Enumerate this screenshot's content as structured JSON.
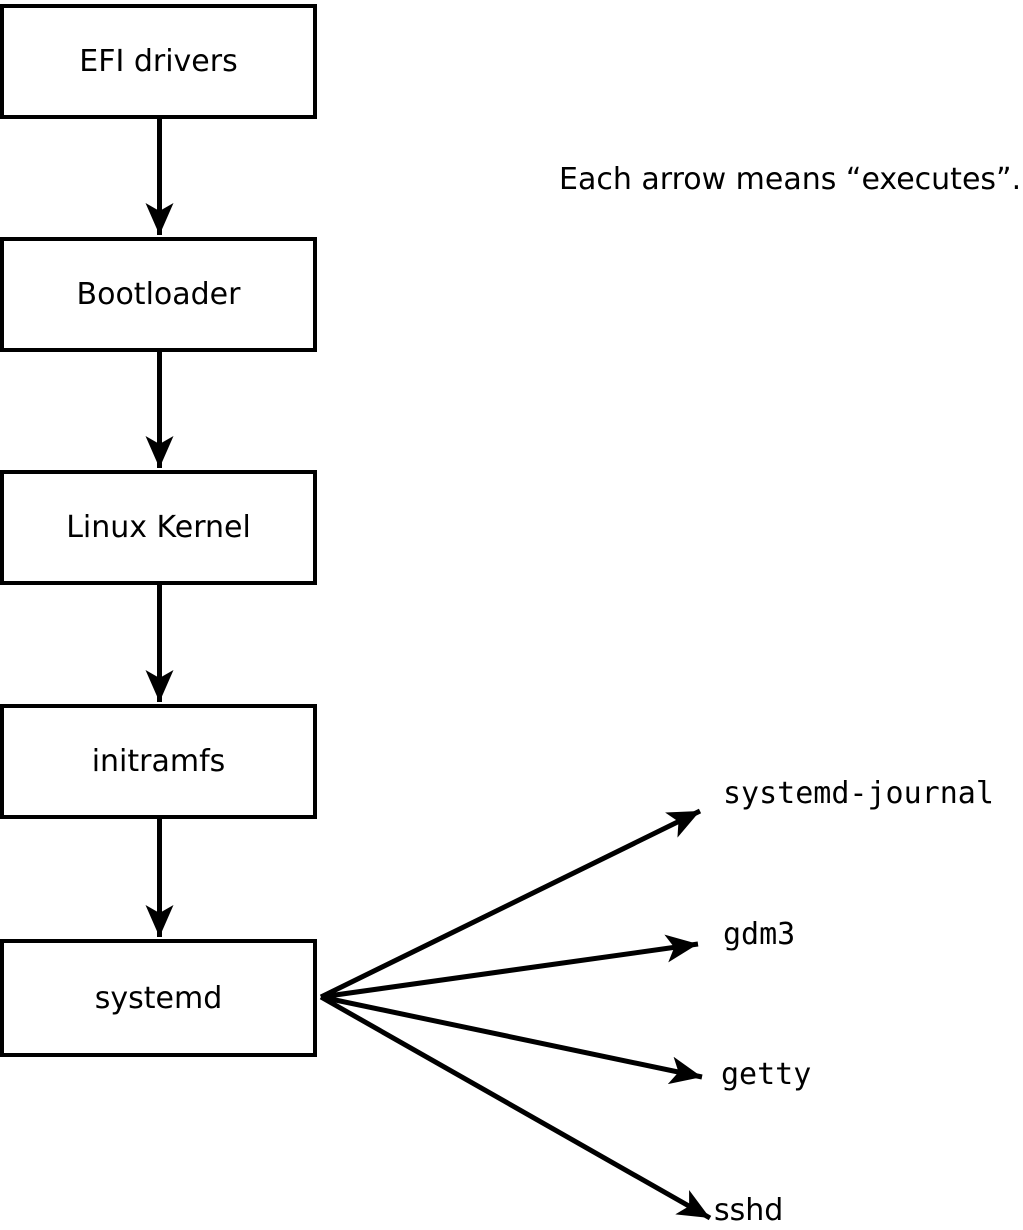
{
  "diagram": {
    "title_note": "Each arrow means “executes”.",
    "colors": {
      "stroke": "#000000",
      "box_fill": "#ffffff",
      "background": "#ffffff"
    },
    "boot_chain": [
      {
        "label": "EFI drivers"
      },
      {
        "label": "Bootloader"
      },
      {
        "label": "Linux Kernel"
      },
      {
        "label": "initramfs"
      },
      {
        "label": "systemd"
      }
    ],
    "spawned_services": [
      {
        "label": "systemd-journal"
      },
      {
        "label": "gdm3"
      },
      {
        "label": "getty"
      },
      {
        "label": "sshd"
      }
    ],
    "arrow_meaning": "executes"
  }
}
